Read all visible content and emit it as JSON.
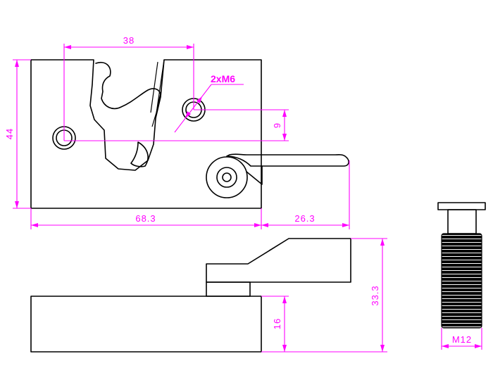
{
  "dimensions": {
    "hole_spacing": "38",
    "hole_callout": "2xM6",
    "hole_offset": "9",
    "plate_height": "44",
    "plate_width": "68.3",
    "handle_reach": "26.3",
    "overall_height": "33.3",
    "plate_thickness": "16",
    "bolt_thread": "M12"
  },
  "colors": {
    "part_lines": "#000000",
    "dimension_lines": "#ff00ff",
    "background": "#ffffff"
  }
}
